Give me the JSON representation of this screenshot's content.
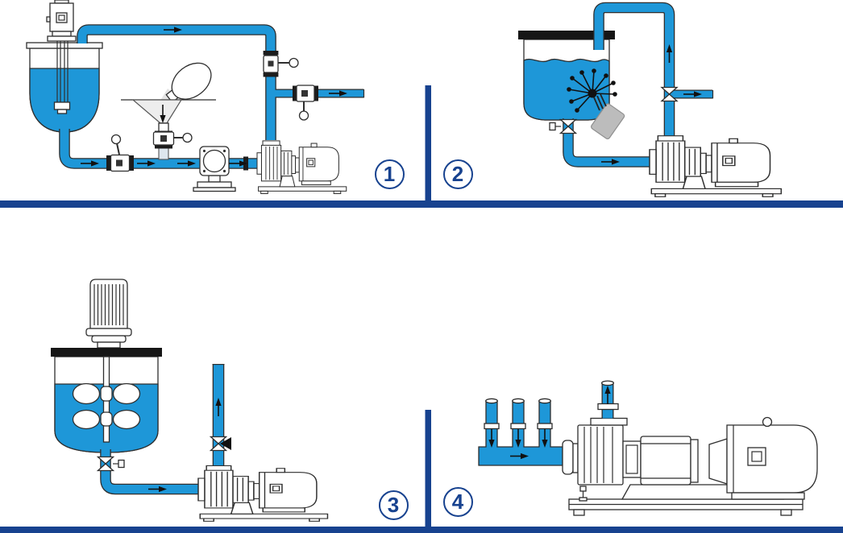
{
  "panels": [
    {
      "label": "1"
    },
    {
      "label": "2"
    },
    {
      "label": "3"
    },
    {
      "label": "4"
    }
  ],
  "colors": {
    "pipe": "#1E97D8",
    "navy": "#17428F",
    "line": "#2E2E2E",
    "black": "#111111",
    "bag": "#BCBCBC",
    "funnel": "#EDEDED",
    "white": "#FFFFFF"
  }
}
